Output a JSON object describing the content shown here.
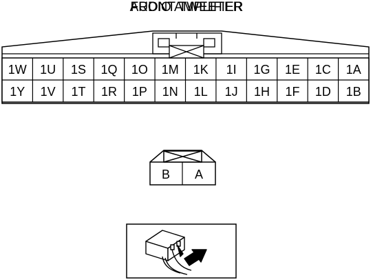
{
  "amplifier": {
    "title": "AUDIO AMPLIFIER",
    "top_row": [
      "1W",
      "1U",
      "1S",
      "1Q",
      "1O",
      "1M",
      "1K",
      "1I",
      "1G",
      "1E",
      "1C",
      "1A"
    ],
    "bottom_row": [
      "1Y",
      "1V",
      "1T",
      "1R",
      "1P",
      "1N",
      "1L",
      "1J",
      "1H",
      "1F",
      "1D",
      "1B"
    ]
  },
  "tweeter": {
    "title": "FRONT TWEETER",
    "pins": [
      "B",
      "A"
    ]
  },
  "probe_illustration": {
    "icon": "connector-probe-icon"
  }
}
